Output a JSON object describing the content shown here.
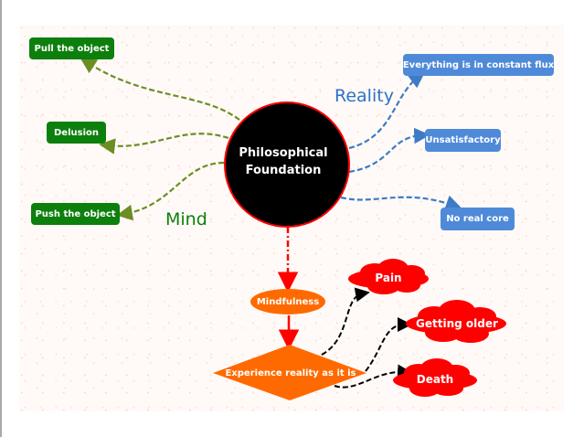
{
  "diagram": {
    "hub": {
      "label_line1": "Philosophical",
      "label_line2": "Foundation"
    },
    "mind": {
      "label": "Mind",
      "color": "#0d7f0d",
      "items": [
        "Pull the object",
        "Delusion",
        "Push the object"
      ]
    },
    "reality": {
      "label": "Reality",
      "color": "#2c72c7",
      "items": [
        "Everything is in constant flux",
        "Unsatisfactory",
        "No real core"
      ]
    },
    "practice": {
      "mindfulness": "Mindfulness",
      "experience": "Experience reality as it is"
    },
    "outcomes": [
      "Pain",
      "Getting older",
      "Death"
    ],
    "colors": {
      "mind_node": "#0d7f0d",
      "mind_edge": "#6b8e23",
      "reality_node": "#4f8ad9",
      "reality_edge": "#3d7bc6",
      "hub_fill": "#000000",
      "hub_stroke": "#ff0000",
      "practice_fill": "#ff6a00",
      "outcome_fill": "#ff0000",
      "flow_edge": "#ff0000",
      "outcome_edge": "#000000"
    }
  }
}
